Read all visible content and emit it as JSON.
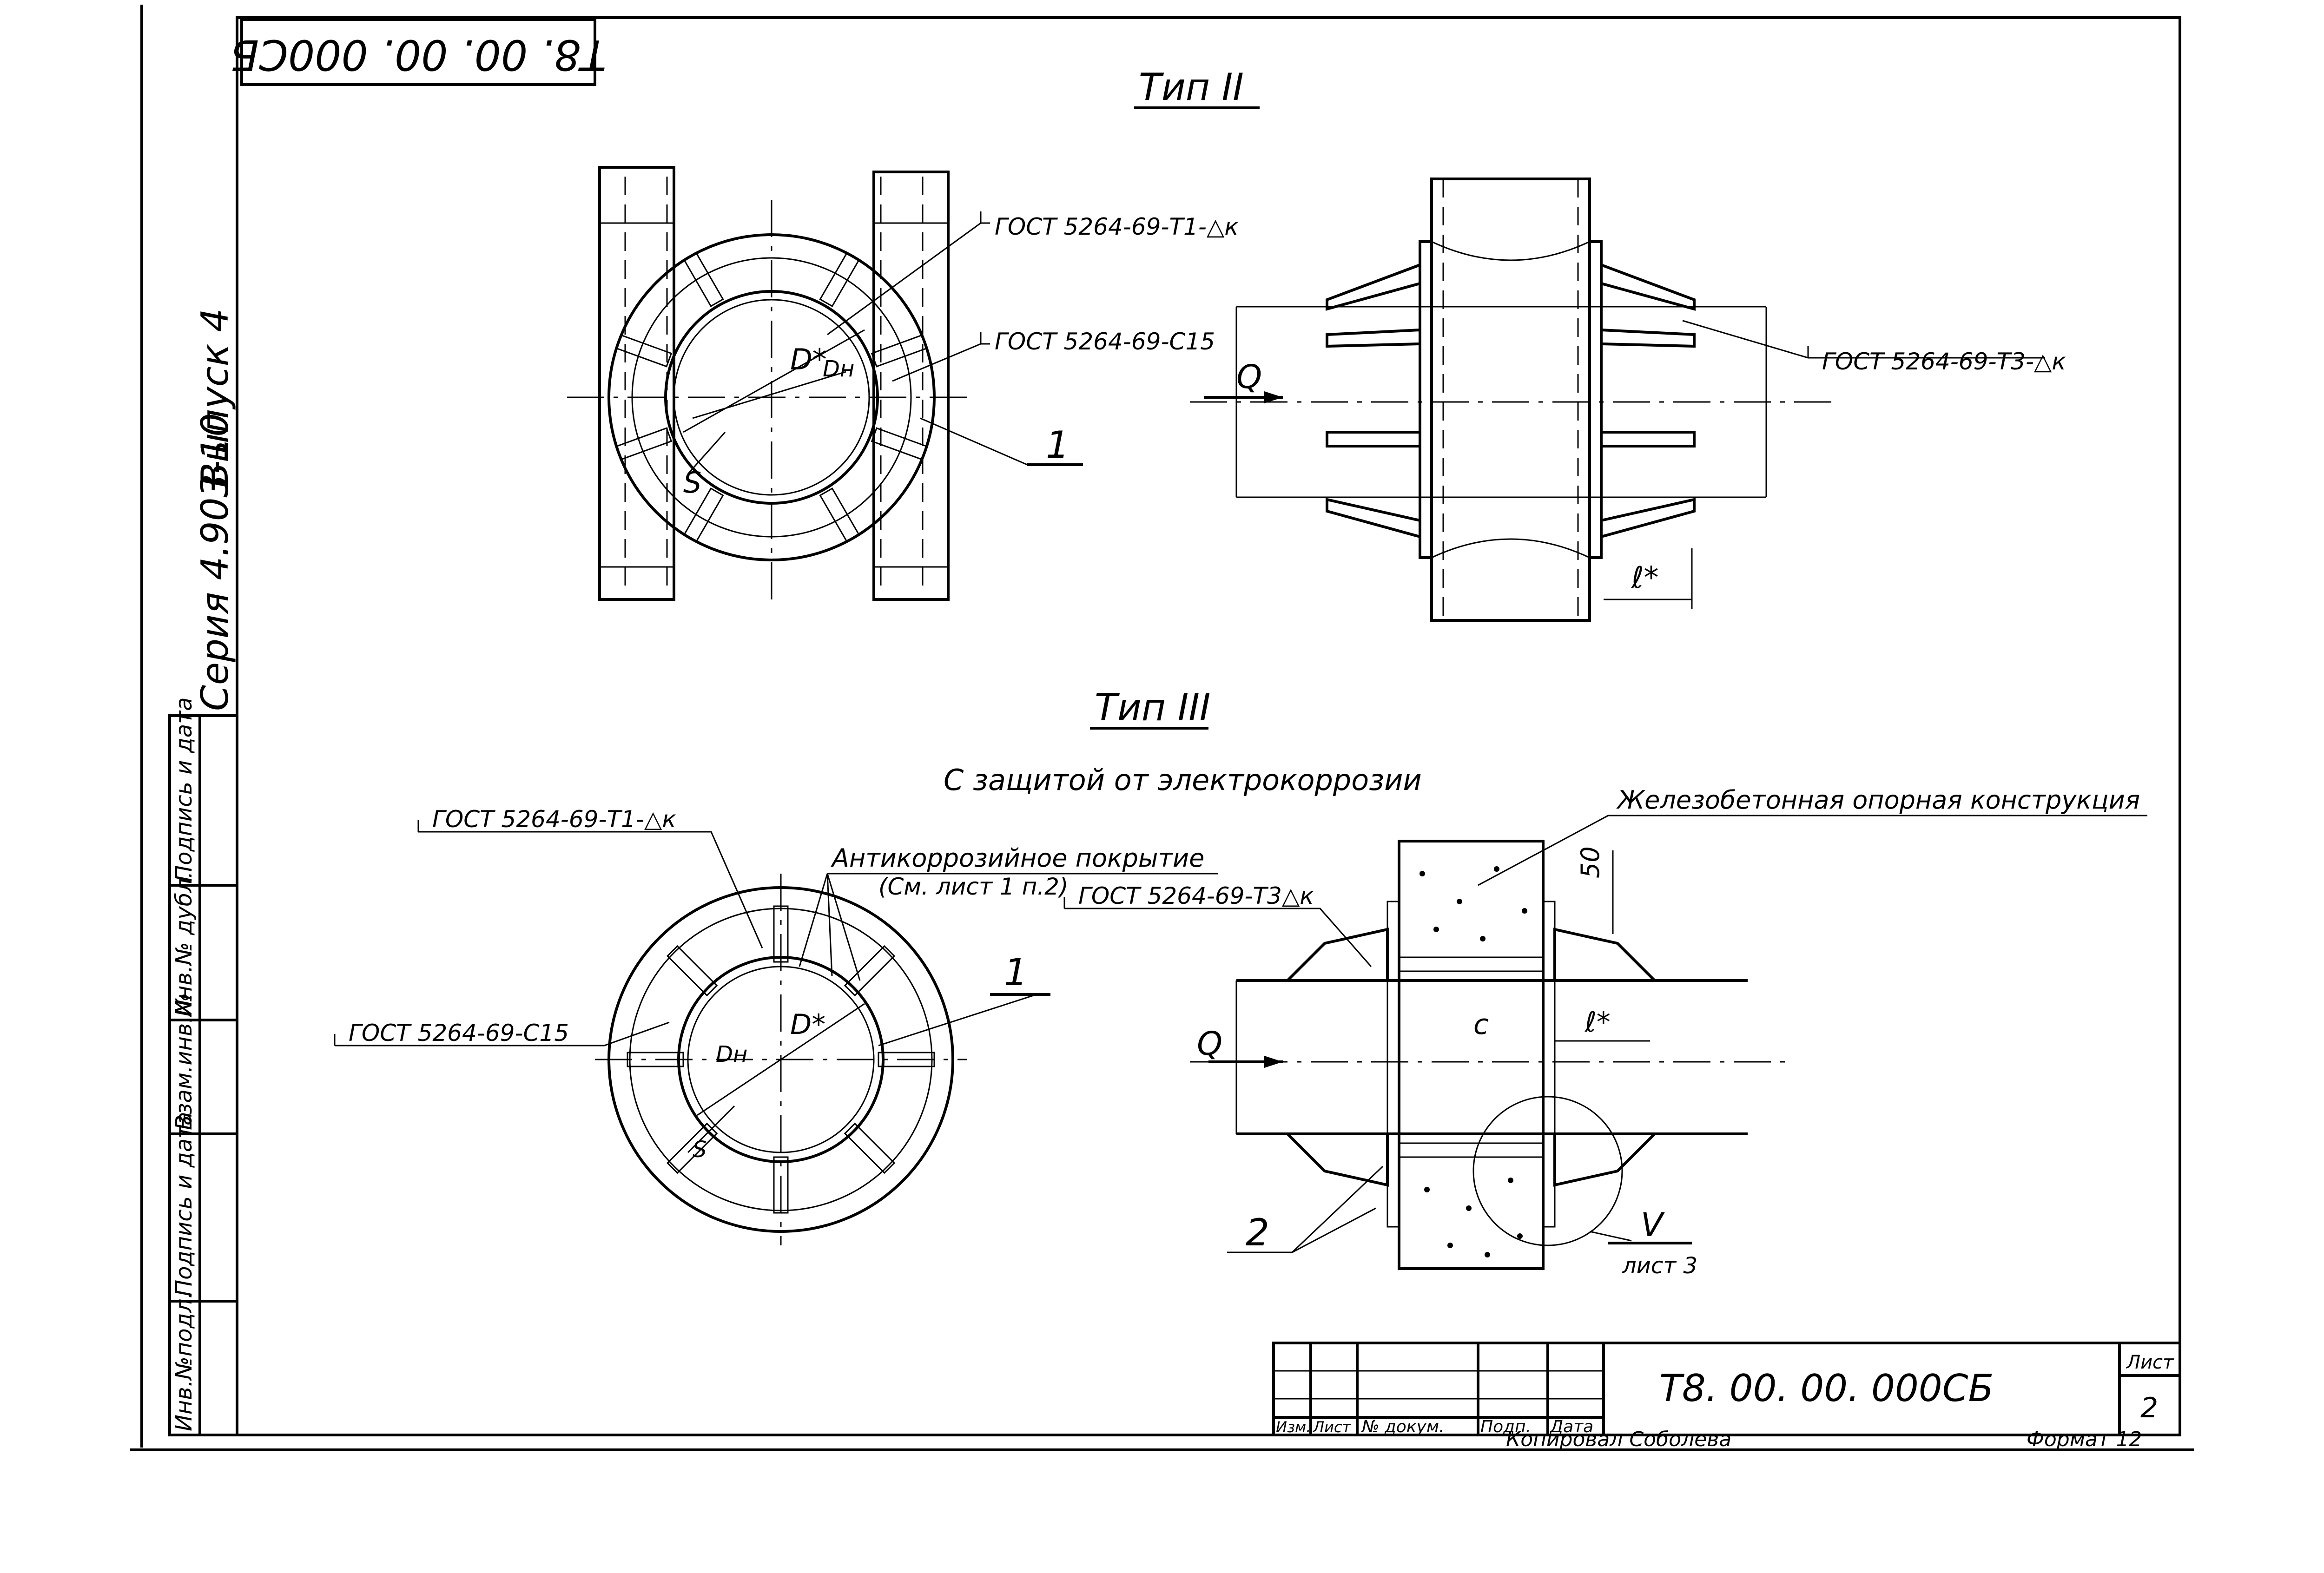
{
  "doc": {
    "code_rotated": "Т8. 00. 00. 000СБ",
    "series": "Серия 4.903-10",
    "issue": "Выпуск 4"
  },
  "side_stamp": [
    "Инв.№подл.",
    "Подпись и дата",
    "Взам.инв.№",
    "Инв.№ дубл.",
    "Подпись и дата"
  ],
  "type2": {
    "title": "Тип II",
    "callout_t1": "ГОСТ 5264-69-Т1-△к",
    "callout_c15": "ГОСТ 5264-69-С15",
    "callout_t3": "ГОСТ 5264-69-Т3-△к",
    "pos_1": "1",
    "label_D": "D*",
    "label_Dn": "Dн",
    "label_S": "S",
    "label_Q": "Q",
    "label_l": "ℓ*"
  },
  "type3": {
    "title": "Тип III",
    "subtitle": "С защитой от электрокоррозии",
    "callout_t1": "ГОСТ 5264-69-Т1-△к",
    "callout_c15": "ГОСТ 5264-69-С15",
    "callout_t3": "ГОСТ 5264-69-Т3△к",
    "coating": "Антикоррозийное покрытие",
    "coating_ref": "(См. лист 1 п.2)",
    "concrete": "Железобетонная опорная конструкция",
    "pos_1": "1",
    "pos_2": "2",
    "label_D": "D*",
    "label_Dn": "Dн",
    "label_S": "S",
    "label_Q": "Q",
    "label_c": "c",
    "label_l": "ℓ*",
    "dim_50": "50",
    "detail_mark": "V",
    "detail_sheet": "лист 3"
  },
  "title_block": {
    "code": "Т8. 00. 00. 000СБ",
    "col_izm": "Изм.",
    "col_list": "Лист",
    "col_doc": "№ докум.",
    "col_sign": "Подп.",
    "col_date": "Дата",
    "sheet_label": "Лист",
    "sheet_no": "2",
    "copied_by": "Копировал Соболева",
    "format": "Формат 12"
  }
}
